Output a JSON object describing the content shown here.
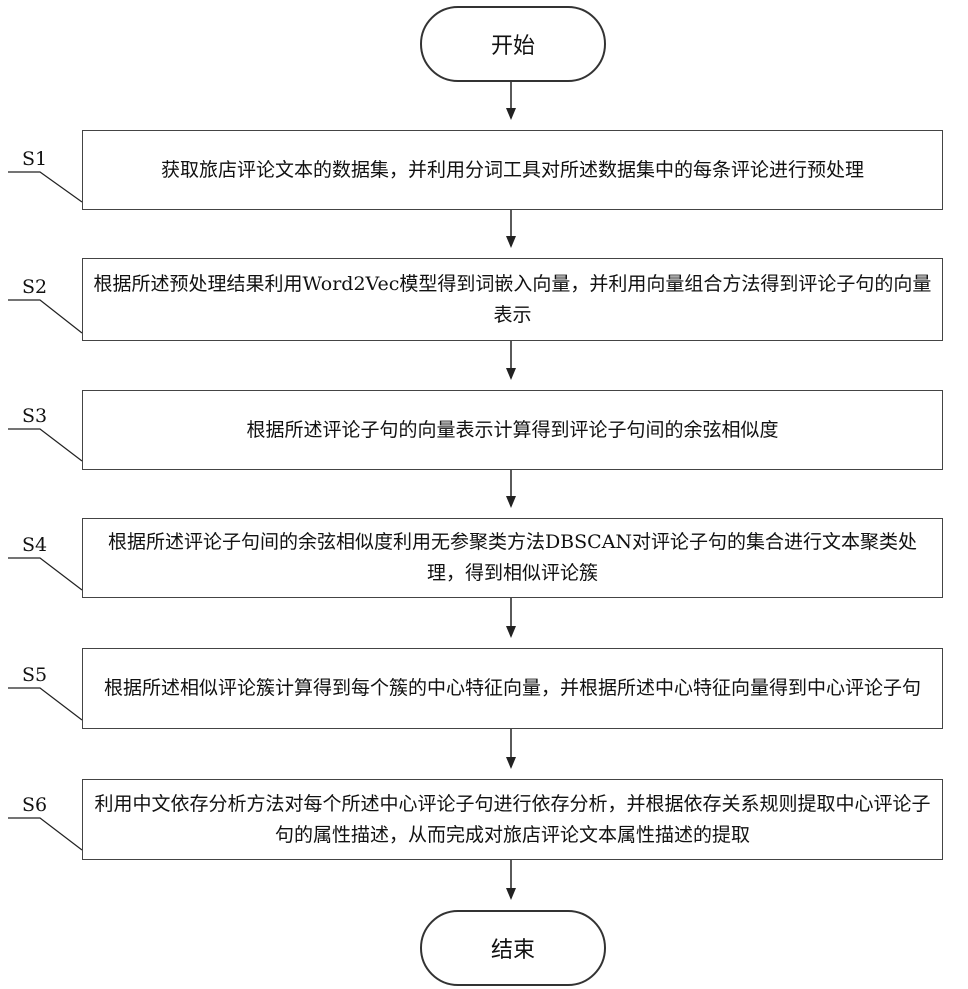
{
  "start_label": "开始",
  "end_label": "结束",
  "steps": [
    {
      "id": "S1",
      "text": "获取旅店评论文本的数据集，并利用分词工具对所述数据集中的每条评论进行预处理"
    },
    {
      "id": "S2",
      "text": "根据所述预处理结果利用Word2Vec模型得到词嵌入向量，并利用向量组合方法得到评论子句的向量表示"
    },
    {
      "id": "S3",
      "text": "根据所述评论子句的向量表示计算得到评论子句间的余弦相似度"
    },
    {
      "id": "S4",
      "text": "根据所述评论子句间的余弦相似度利用无参聚类方法DBSCAN对评论子句的集合进行文本聚类处理，得到相似评论簇"
    },
    {
      "id": "S5",
      "text": "根据所述相似评论簇计算得到每个簇的中心特征向量，并根据所述中心特征向量得到中心评论子句"
    },
    {
      "id": "S6",
      "text": "利用中文依存分析方法对每个所述中心评论子句进行依存分析，并根据依存关系规则提取中心评论子句的属性描述，从而完成对旅店评论文本属性描述的提取"
    }
  ]
}
